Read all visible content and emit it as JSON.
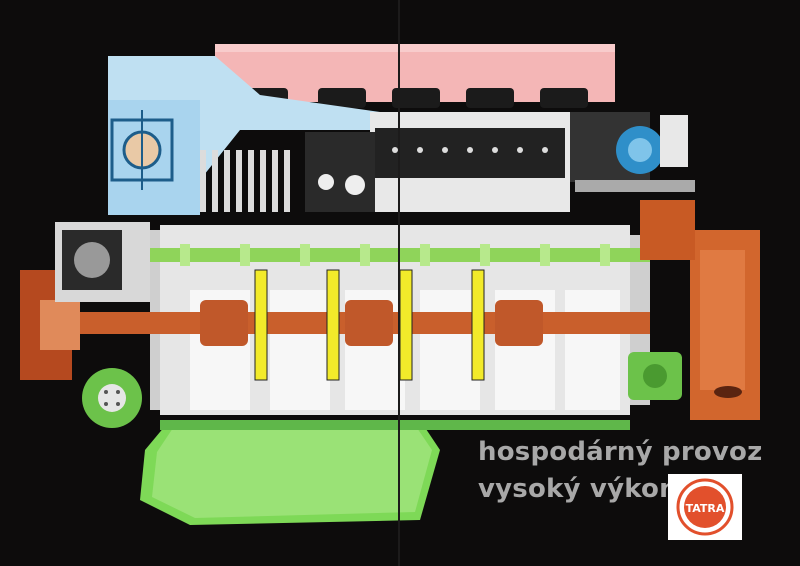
{
  "poster": {
    "slogan_line1": "hospodárný provoz",
    "slogan_line2": "vysoký výkon",
    "logo_text": "TATRA"
  },
  "colors": {
    "background": "#0d0c0c",
    "intake": "#f4b6b6",
    "cooling_air": "#bfe0f2",
    "oil": "#7ed957",
    "crankcase": "#e6e6e6",
    "gearing": "#c95f2c",
    "connecting_rods": "#f2ea2a",
    "logo_red": "#e2502c",
    "slogan_text": "#a8a8a8"
  }
}
